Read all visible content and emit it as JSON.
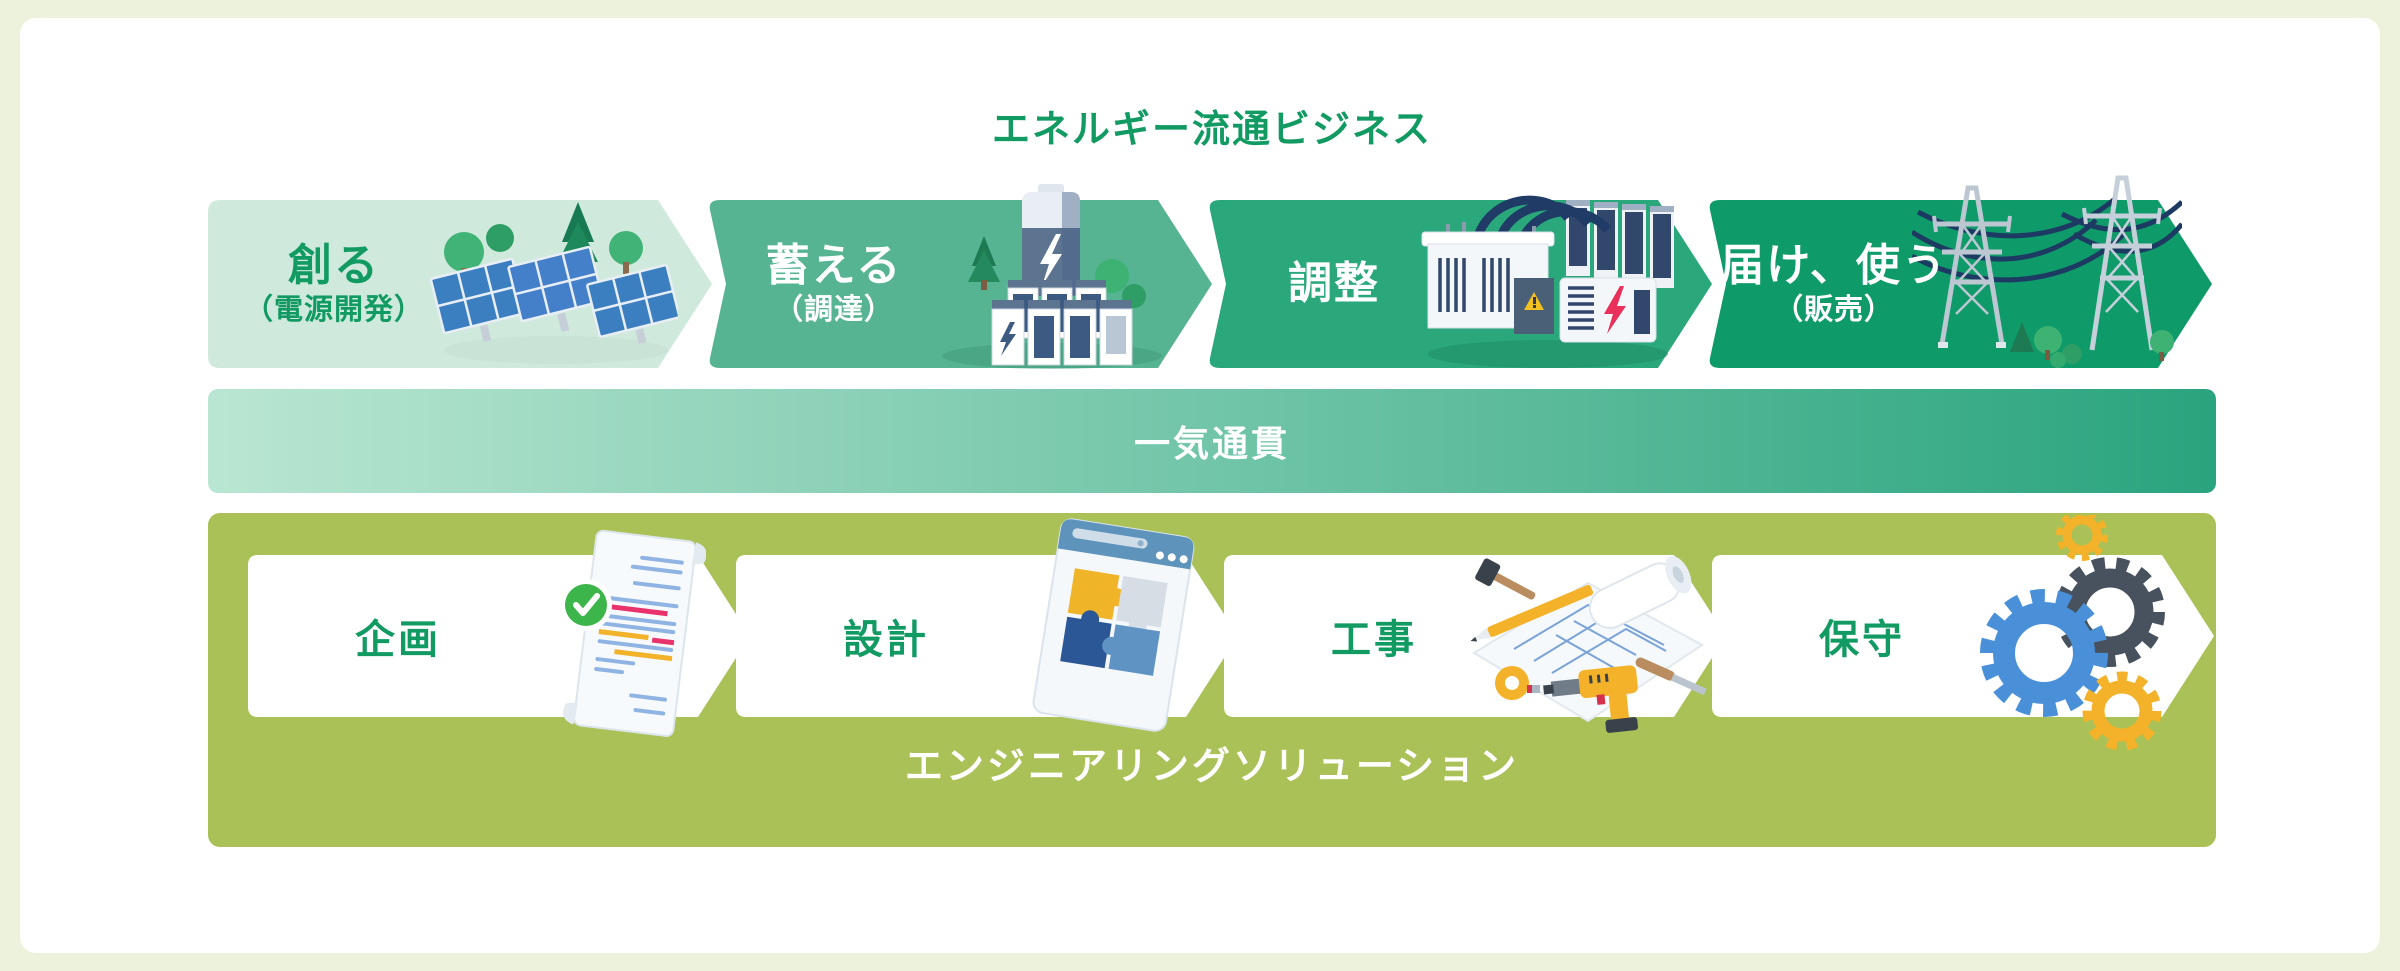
{
  "page": {
    "title": "エネルギー流通ビジネス"
  },
  "energy_flow": {
    "band_label": "一気通貫",
    "steps": [
      {
        "label": "創る",
        "sublabel": "（電源開発）",
        "illustration": "solar-panels"
      },
      {
        "label": "蓄える",
        "sublabel": "（調達）",
        "illustration": "battery-storage"
      },
      {
        "label": "調整",
        "sublabel": "",
        "illustration": "power-substation"
      },
      {
        "label": "届け、使う",
        "sublabel": "（販売）",
        "illustration": "transmission-towers"
      }
    ]
  },
  "engineering": {
    "band_label": "エンジニアリングソリューション",
    "steps": [
      {
        "label": "企画",
        "illustration": "document-check"
      },
      {
        "label": "設計",
        "illustration": "puzzle-browser"
      },
      {
        "label": "工事",
        "illustration": "blueprint-tools"
      },
      {
        "label": "保守",
        "illustration": "gears"
      }
    ]
  },
  "colors": {
    "page_background": "#edf2dc",
    "card_background": "#ffffff",
    "title_green": "#129a63",
    "step1_bg": "#cfe9dc",
    "step2_bg": "#56b492",
    "step3_bg": "#2aa77b",
    "step4_bg": "#0f9a69",
    "band_gradient_start": "#b9e6d2",
    "band_gradient_end": "#2aa47e",
    "olive_bg": "#a9c156",
    "box_bg": "#ffffff",
    "label_green": "#129a63",
    "band_text": "#ffffff"
  }
}
